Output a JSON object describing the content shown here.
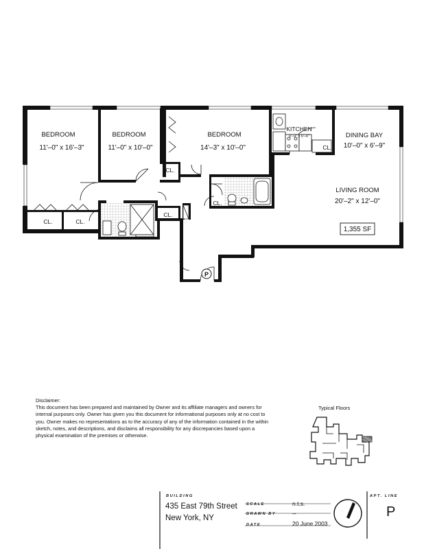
{
  "plan": {
    "rooms": [
      {
        "key": "bedroom1",
        "label": "BEDROOM",
        "dims": "11'–0\" x 16'–3\""
      },
      {
        "key": "bedroom2",
        "label": "BEDROOM",
        "dims": "11'–0\" x 10'–0\""
      },
      {
        "key": "bedroom3",
        "label": "BEDROOM",
        "dims": "14'–3\" x 10'–0\""
      },
      {
        "key": "kitchen",
        "label": "KITCHEN",
        "dims": "9'–9\" x 6'–6\""
      },
      {
        "key": "dining",
        "label": "DINING BAY",
        "dims": "10'–0\" x 6'–9\""
      },
      {
        "key": "living",
        "label": "LIVING ROOM",
        "dims": "20'–2\" x 12'–0\""
      }
    ],
    "closet_label": "CL.",
    "area": "1,355 SF",
    "door_marker": "P"
  },
  "disclaimer": {
    "title": "Disclaimer:",
    "body": "This document has been prepared and maintained by Owner and its affiliate managers and owners for internal purposes only.  Owner has given you this document for informational purposes only at no cost to you.  Owner makes no representations as to the accuracy of any of the information contained in the within sketch, notes, and descriptions, and disclaims all responsibility for any discrepancies based upon a physical examination of the premises or otherwise."
  },
  "keyplan": {
    "label": "Typical Floors"
  },
  "titleblock": {
    "building_label": "BUILDING",
    "address_line1": "435 East 79th Street",
    "address_line2": "New York, NY",
    "scale_label": "SCALE",
    "scale_value": "n.t.s.",
    "drawn_by_label": "DRAWN BY",
    "drawn_by_value": "--",
    "date_label": "DATE",
    "date_value": "20 June 2003",
    "apt_line_label": "APT. LINE",
    "apt_line_value": "P"
  },
  "colors": {
    "ink": "#111111",
    "paper": "#ffffff",
    "tile": "#cfcfcf"
  }
}
